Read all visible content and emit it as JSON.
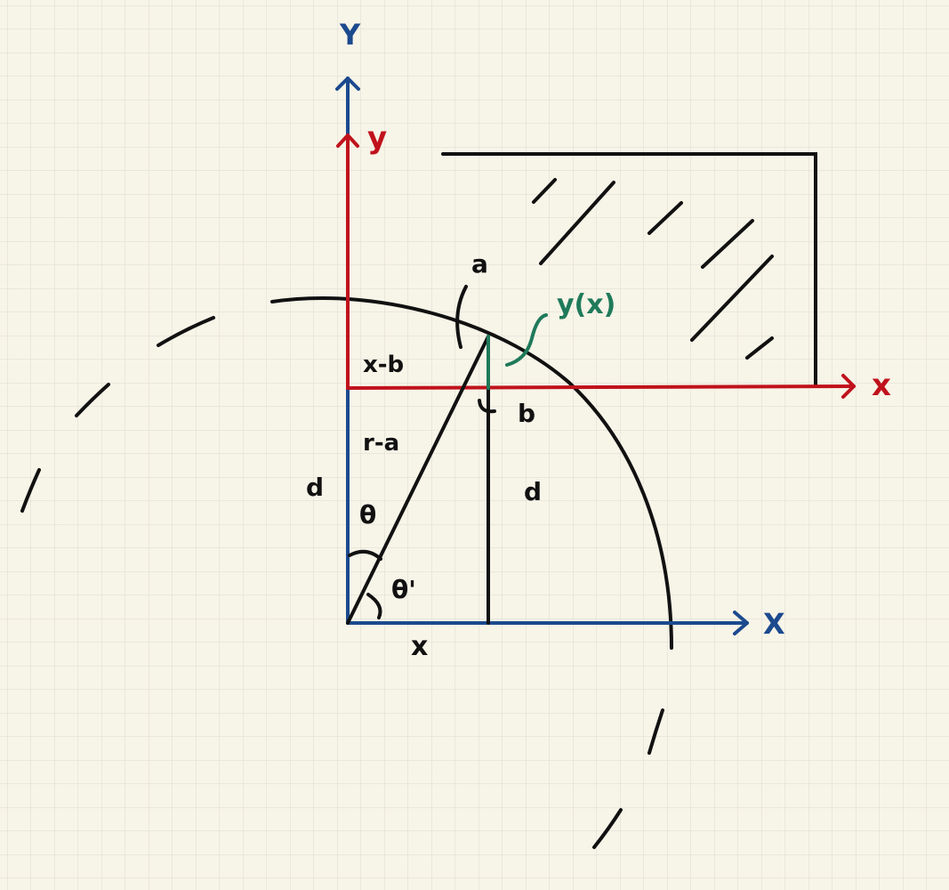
{
  "colors": {
    "background": "#f7f4e8",
    "grid": "#dcdccf",
    "ink": "#111111",
    "blue_axes": "#1c4a8e",
    "red_axes": "#c0121c",
    "green": "#1f7a5a"
  },
  "labels": {
    "blue_y_axis": "Y",
    "blue_x_axis": "X",
    "red_y_axis": "y",
    "red_x_axis": "x",
    "a": "a",
    "y_of_x": "y(x)",
    "x_minus_b": "x-b",
    "b": "b",
    "r_minus_a": "r-a",
    "d_left": "d",
    "d_right": "d",
    "theta": "θ",
    "theta_prime": "θ'",
    "x_bottom": "x"
  }
}
